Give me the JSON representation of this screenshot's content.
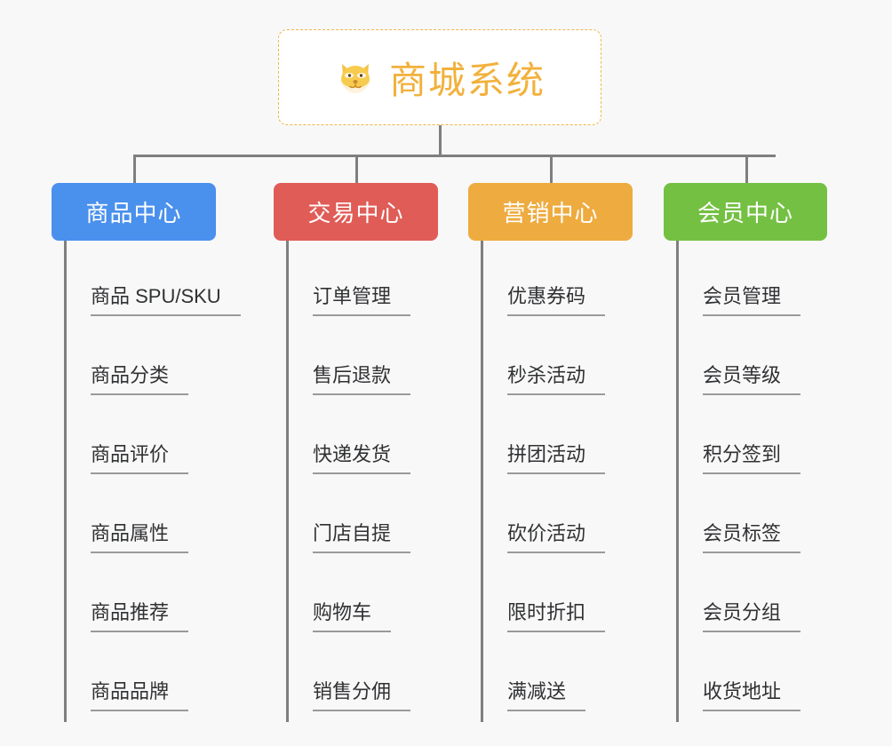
{
  "page": {
    "background_color": "#f8f8f8",
    "type": "mindmap"
  },
  "root": {
    "title": "商城系统",
    "icon": "shiba-dog-face-icon",
    "title_color": "#f2b13c",
    "border_color": "#f0b54a",
    "background_color": "#ffffff"
  },
  "connector": {
    "color": "#7f7f7f"
  },
  "branches": [
    {
      "label": "商品中心",
      "color": "#4a90ed",
      "items": [
        "商品 SPU/SKU",
        "商品分类",
        "商品评价",
        "商品属性",
        "商品推荐",
        "商品品牌"
      ]
    },
    {
      "label": "交易中心",
      "color": "#e05c57",
      "items": [
        "订单管理",
        "售后退款",
        "快递发货",
        "门店自提",
        "购物车",
        "销售分佣"
      ]
    },
    {
      "label": "营销中心",
      "color": "#eeab3f",
      "items": [
        "优惠券码",
        "秒杀活动",
        "拼团活动",
        "砍价活动",
        "限时折扣",
        "满减送"
      ]
    },
    {
      "label": "会员中心",
      "color": "#74c043",
      "items": [
        "会员管理",
        "会员等级",
        "积分签到",
        "会员标签",
        "会员分组",
        "收货地址"
      ]
    }
  ],
  "layout": {
    "branch_x": [
      58,
      308,
      527,
      747
    ],
    "branch_width": [
      185,
      185,
      185,
      184
    ],
    "drop_x": [
      150,
      400,
      619,
      839
    ],
    "spine_x": [
      72,
      322,
      541,
      761
    ],
    "spine_height": [
      542,
      542,
      542,
      542
    ]
  }
}
